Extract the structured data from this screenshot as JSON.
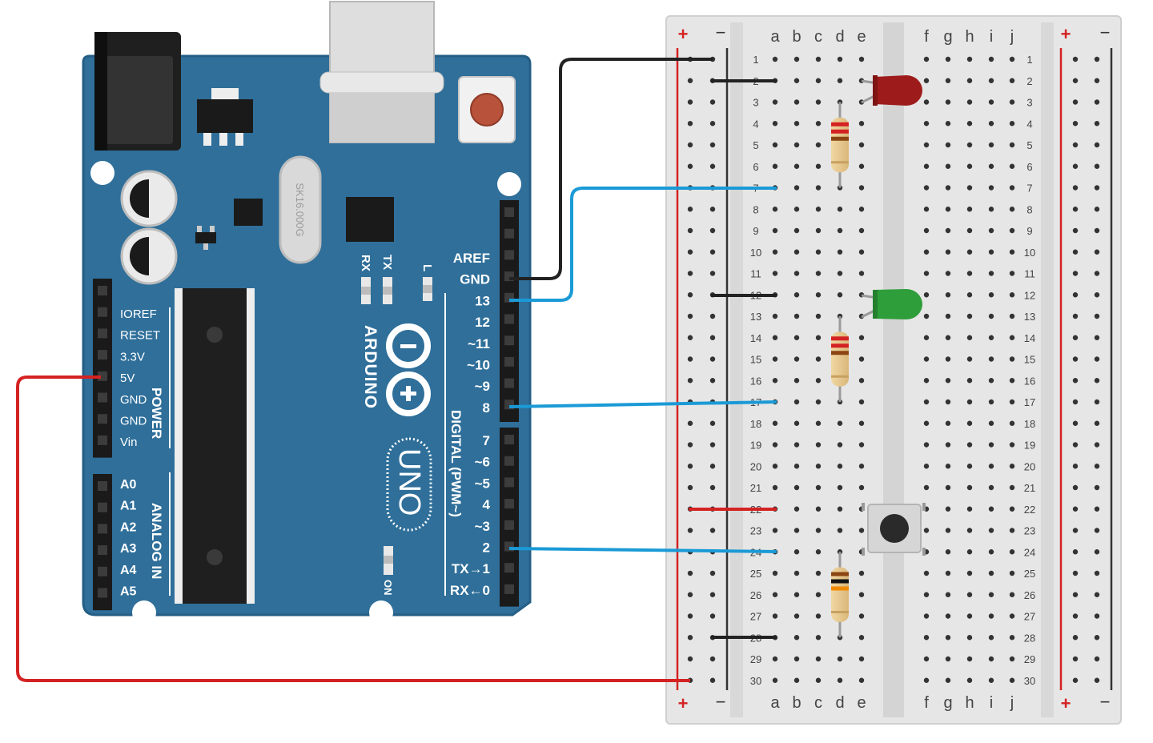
{
  "arduino": {
    "brand": "ARDUINO",
    "model": "UNO",
    "crystal": "SK16.000G",
    "power_header_label": "POWER",
    "analog_header_label": "ANALOG IN",
    "digital_header_label": "DIGITAL (PWM~)",
    "led_labels": {
      "rx": "RX",
      "tx": "TX",
      "l": "L",
      "on": "ON"
    },
    "top_header_pins": [
      "AREF",
      "GND",
      "13",
      "12",
      "~11",
      "~10",
      "~9",
      "8"
    ],
    "bottom_header_pins": [
      "7",
      "~6",
      "~5",
      "4",
      "~3",
      "2",
      "TX→1",
      "RX←0"
    ],
    "power_pins": [
      "IOREF",
      "RESET",
      "3.3V",
      "5V",
      "GND",
      "GND",
      "Vin"
    ],
    "analog_pins": [
      "A0",
      "A1",
      "A2",
      "A3",
      "A4",
      "A5"
    ]
  },
  "breadboard": {
    "rail_plus": "+",
    "rail_minus": "−",
    "left_columns": [
      "a",
      "b",
      "c",
      "d",
      "e"
    ],
    "right_columns": [
      "f",
      "g",
      "h",
      "i",
      "j"
    ],
    "row_count": 30
  },
  "components": [
    {
      "type": "led",
      "color": "red",
      "hex": "#9e1b1b",
      "row": 2
    },
    {
      "type": "resistor",
      "bands": [
        "#d42222",
        "#d42222",
        "#8b4513"
      ],
      "from_row": 3,
      "to_row": 7
    },
    {
      "type": "led",
      "color": "green",
      "hex": "#2e9e3a",
      "row": 12
    },
    {
      "type": "resistor",
      "bands": [
        "#d42222",
        "#d42222",
        "#8b4513"
      ],
      "from_row": 13,
      "to_row": 17
    },
    {
      "type": "pushbutton",
      "rows": [
        22,
        24
      ]
    },
    {
      "type": "resistor",
      "bands": [
        "#8b4513",
        "#111111",
        "#f08a00"
      ],
      "from_row": 24,
      "to_row": 28
    }
  ],
  "wires": [
    {
      "color": "#222222",
      "from": "arduino GND",
      "to": "rail − row 1"
    },
    {
      "color": "#1a9ad6",
      "from": "arduino 13",
      "to": "row 7"
    },
    {
      "color": "#1a9ad6",
      "from": "arduino 8",
      "to": "row 17"
    },
    {
      "color": "#1a9ad6",
      "from": "arduino 2",
      "to": "row 24"
    },
    {
      "color": "#d42222",
      "from": "arduino 5V",
      "to": "rail + row 30"
    },
    {
      "color": "#222222",
      "from": "rail − row 2",
      "to": "row 2"
    },
    {
      "color": "#222222",
      "from": "rail − row 12",
      "to": "row 12"
    },
    {
      "color": "#d42222",
      "from": "rail + row 22",
      "to": "row 22"
    },
    {
      "color": "#222222",
      "from": "rail − row 28",
      "to": "row 28"
    }
  ],
  "colors": {
    "board_blue": "#2f6f9a",
    "board_edge": "#255e85",
    "breadboard": "#e6e6e6",
    "hole": "#333333",
    "rail_red": "#d42222",
    "rail_black": "#333333",
    "wire_blue": "#1a9ad6",
    "wire_black": "#222222",
    "wire_red": "#d42222"
  }
}
